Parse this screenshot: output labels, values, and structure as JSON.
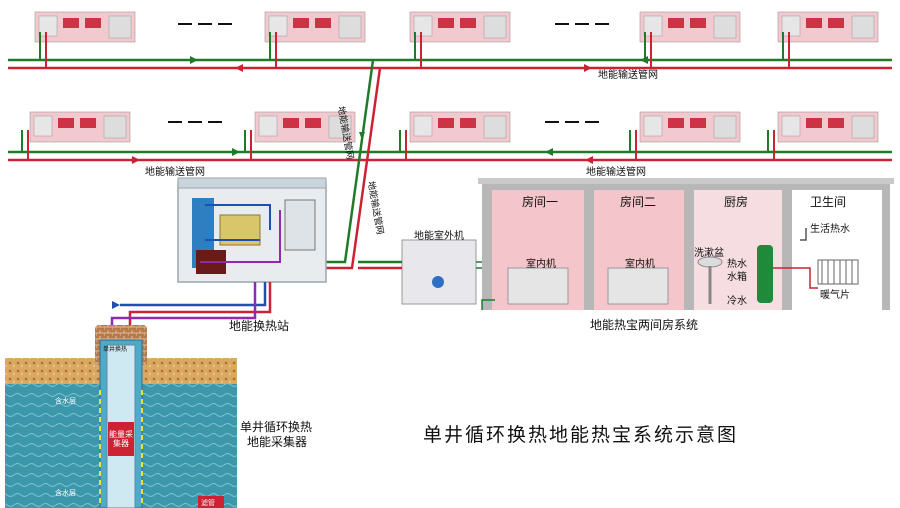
{
  "diagram": {
    "title": "单井循环换热地能热宝系统示意图",
    "pipe_network_label_top": "地能输送管网",
    "pipe_network_label_mid": "地能输送管网",
    "pipe_network_label_vert_a": "地能输送管网",
    "pipe_network_label_vert_b": "地能输送管网",
    "heat_exchange_station": "地能换热站",
    "outdoor_unit": "地能室外机",
    "two_room_system": "地能热宝两间房系统",
    "collector_label_line1": "单井循环换热",
    "collector_label_line2": "地能采集器",
    "collector_core": "能量采集器",
    "wellhead_tag": "单井换热",
    "aquifer_top": "含水层",
    "aquifer_bottom": "含水层",
    "base_tag": "滤管",
    "rooms": [
      {
        "name": "房间一",
        "device": "室内机"
      },
      {
        "name": "房间二",
        "device": "室内机"
      },
      {
        "name": "厨房",
        "devices": [
          "洗漱盆",
          "热水",
          "水箱",
          "冷水"
        ]
      },
      {
        "name": "卫生间",
        "devices": [
          "生活热水",
          "暖气片"
        ]
      }
    ],
    "unit_labels": [
      "室内机",
      "室内机",
      "卫生间"
    ],
    "colors": {
      "supply_pipe": "#1f7a2a",
      "return_pipe": "#cc2233",
      "room_wall": "#b3b3b3",
      "room_pink": "#f4c6cc",
      "water": "#2e8fa3",
      "soil": "#d7a76a"
    }
  }
}
